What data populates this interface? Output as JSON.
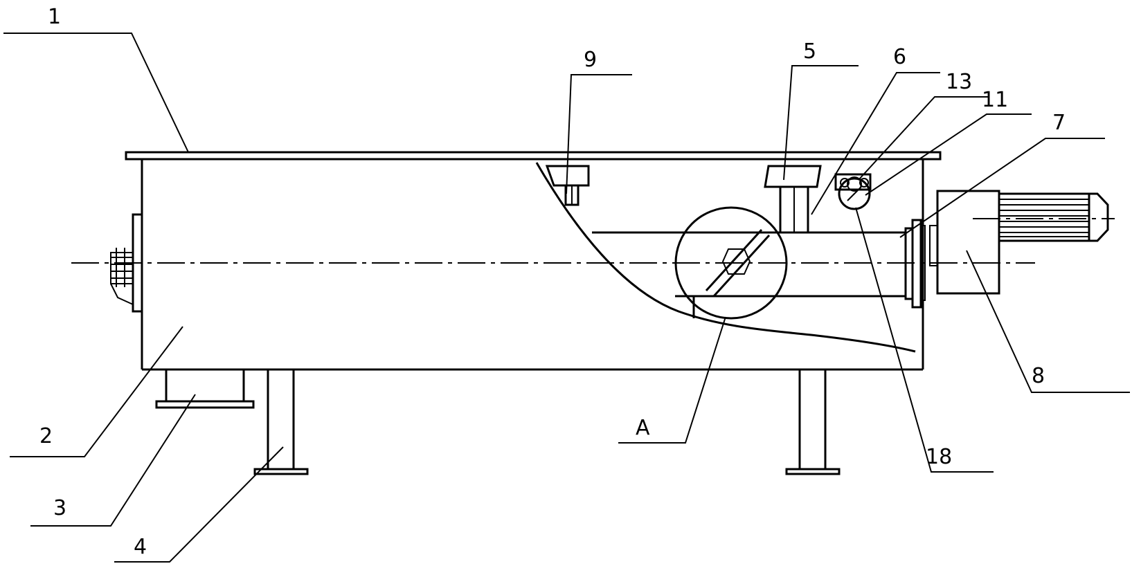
{
  "callouts": {
    "c1": "1",
    "c2": "2",
    "c3": "3",
    "c4": "4",
    "c5": "5",
    "c6": "6",
    "c7": "7",
    "c8": "8",
    "c9": "9",
    "c11": "11",
    "c13": "13",
    "c18": "18",
    "cA": "A"
  }
}
